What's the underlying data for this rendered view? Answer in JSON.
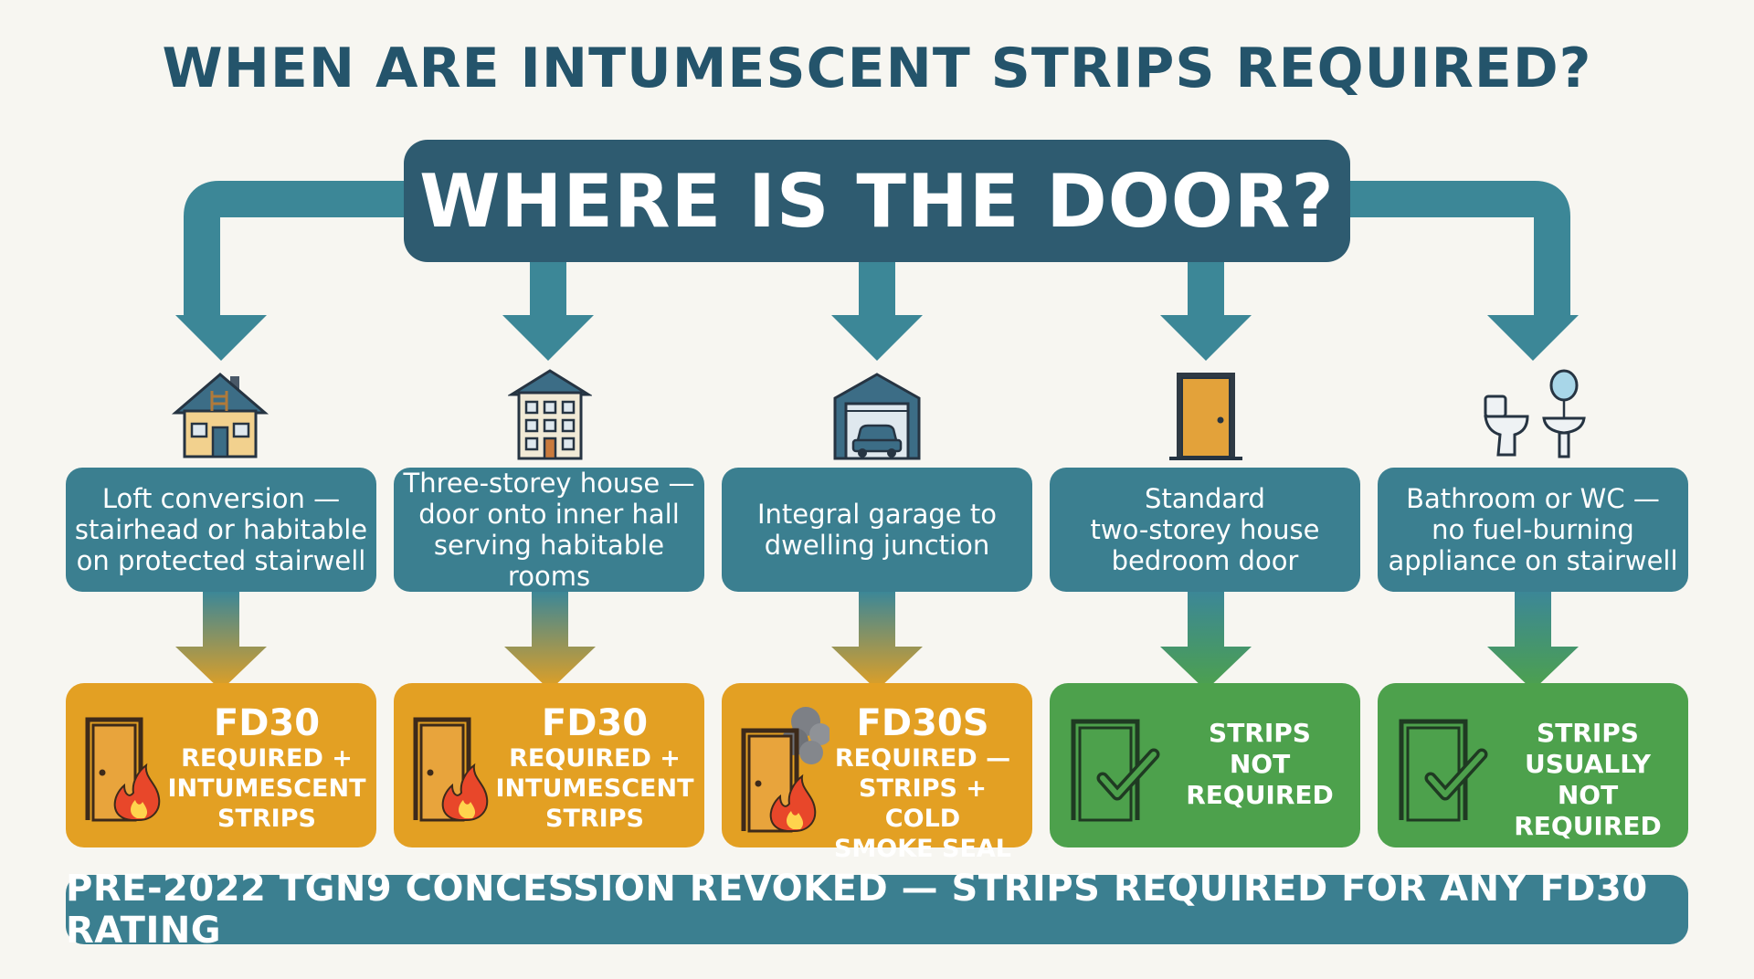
{
  "title": "WHEN ARE INTUMESCENT STRIPS REQUIRED?",
  "question": "WHERE IS THE DOOR?",
  "colors": {
    "title": "#24546b",
    "question_box": "#2e5b70",
    "flow_arrow": "#3c8797",
    "condition_box": "#3b7f90",
    "required": "#e3a023",
    "not_required": "#4da14c"
  },
  "columns": [
    {
      "icon": "house-loft-icon",
      "condition": "Loft conversion —\nstairhead or habitable\non protected stairwell",
      "status": "required",
      "code": "FD30",
      "result": "REQUIRED +\nINTUMESCENT\nSTRIPS",
      "result_icon": "door-fire-icon"
    },
    {
      "icon": "three-storey-house-icon",
      "condition": "Three-storey house —\ndoor onto inner hall\nserving habitable rooms",
      "status": "required",
      "code": "FD30",
      "result": "REQUIRED +\nINTUMESCENT\nSTRIPS",
      "result_icon": "door-fire-icon"
    },
    {
      "icon": "garage-car-icon",
      "condition": "Integral garage to\ndwelling junction",
      "status": "required",
      "code": "FD30S",
      "result": "REQUIRED —\nSTRIPS + COLD\nSMOKE SEAL",
      "result_icon": "door-fire-smoke-icon"
    },
    {
      "icon": "door-icon",
      "condition": "Standard\ntwo-storey house\nbedroom door",
      "status": "not_required",
      "code": "",
      "result": "STRIPS\nNOT\nREQUIRED",
      "result_icon": "door-check-icon"
    },
    {
      "icon": "bathroom-icon",
      "condition": "Bathroom or WC —\nno fuel-burning\nappliance on stairwell",
      "status": "not_required",
      "code": "",
      "result": "STRIPS\nUSUALLY NOT\nREQUIRED",
      "result_icon": "door-check-icon"
    }
  ],
  "footer": "PRE-2022 TGN9 CONCESSION REVOKED — STRIPS REQUIRED FOR ANY FD30 RATING"
}
